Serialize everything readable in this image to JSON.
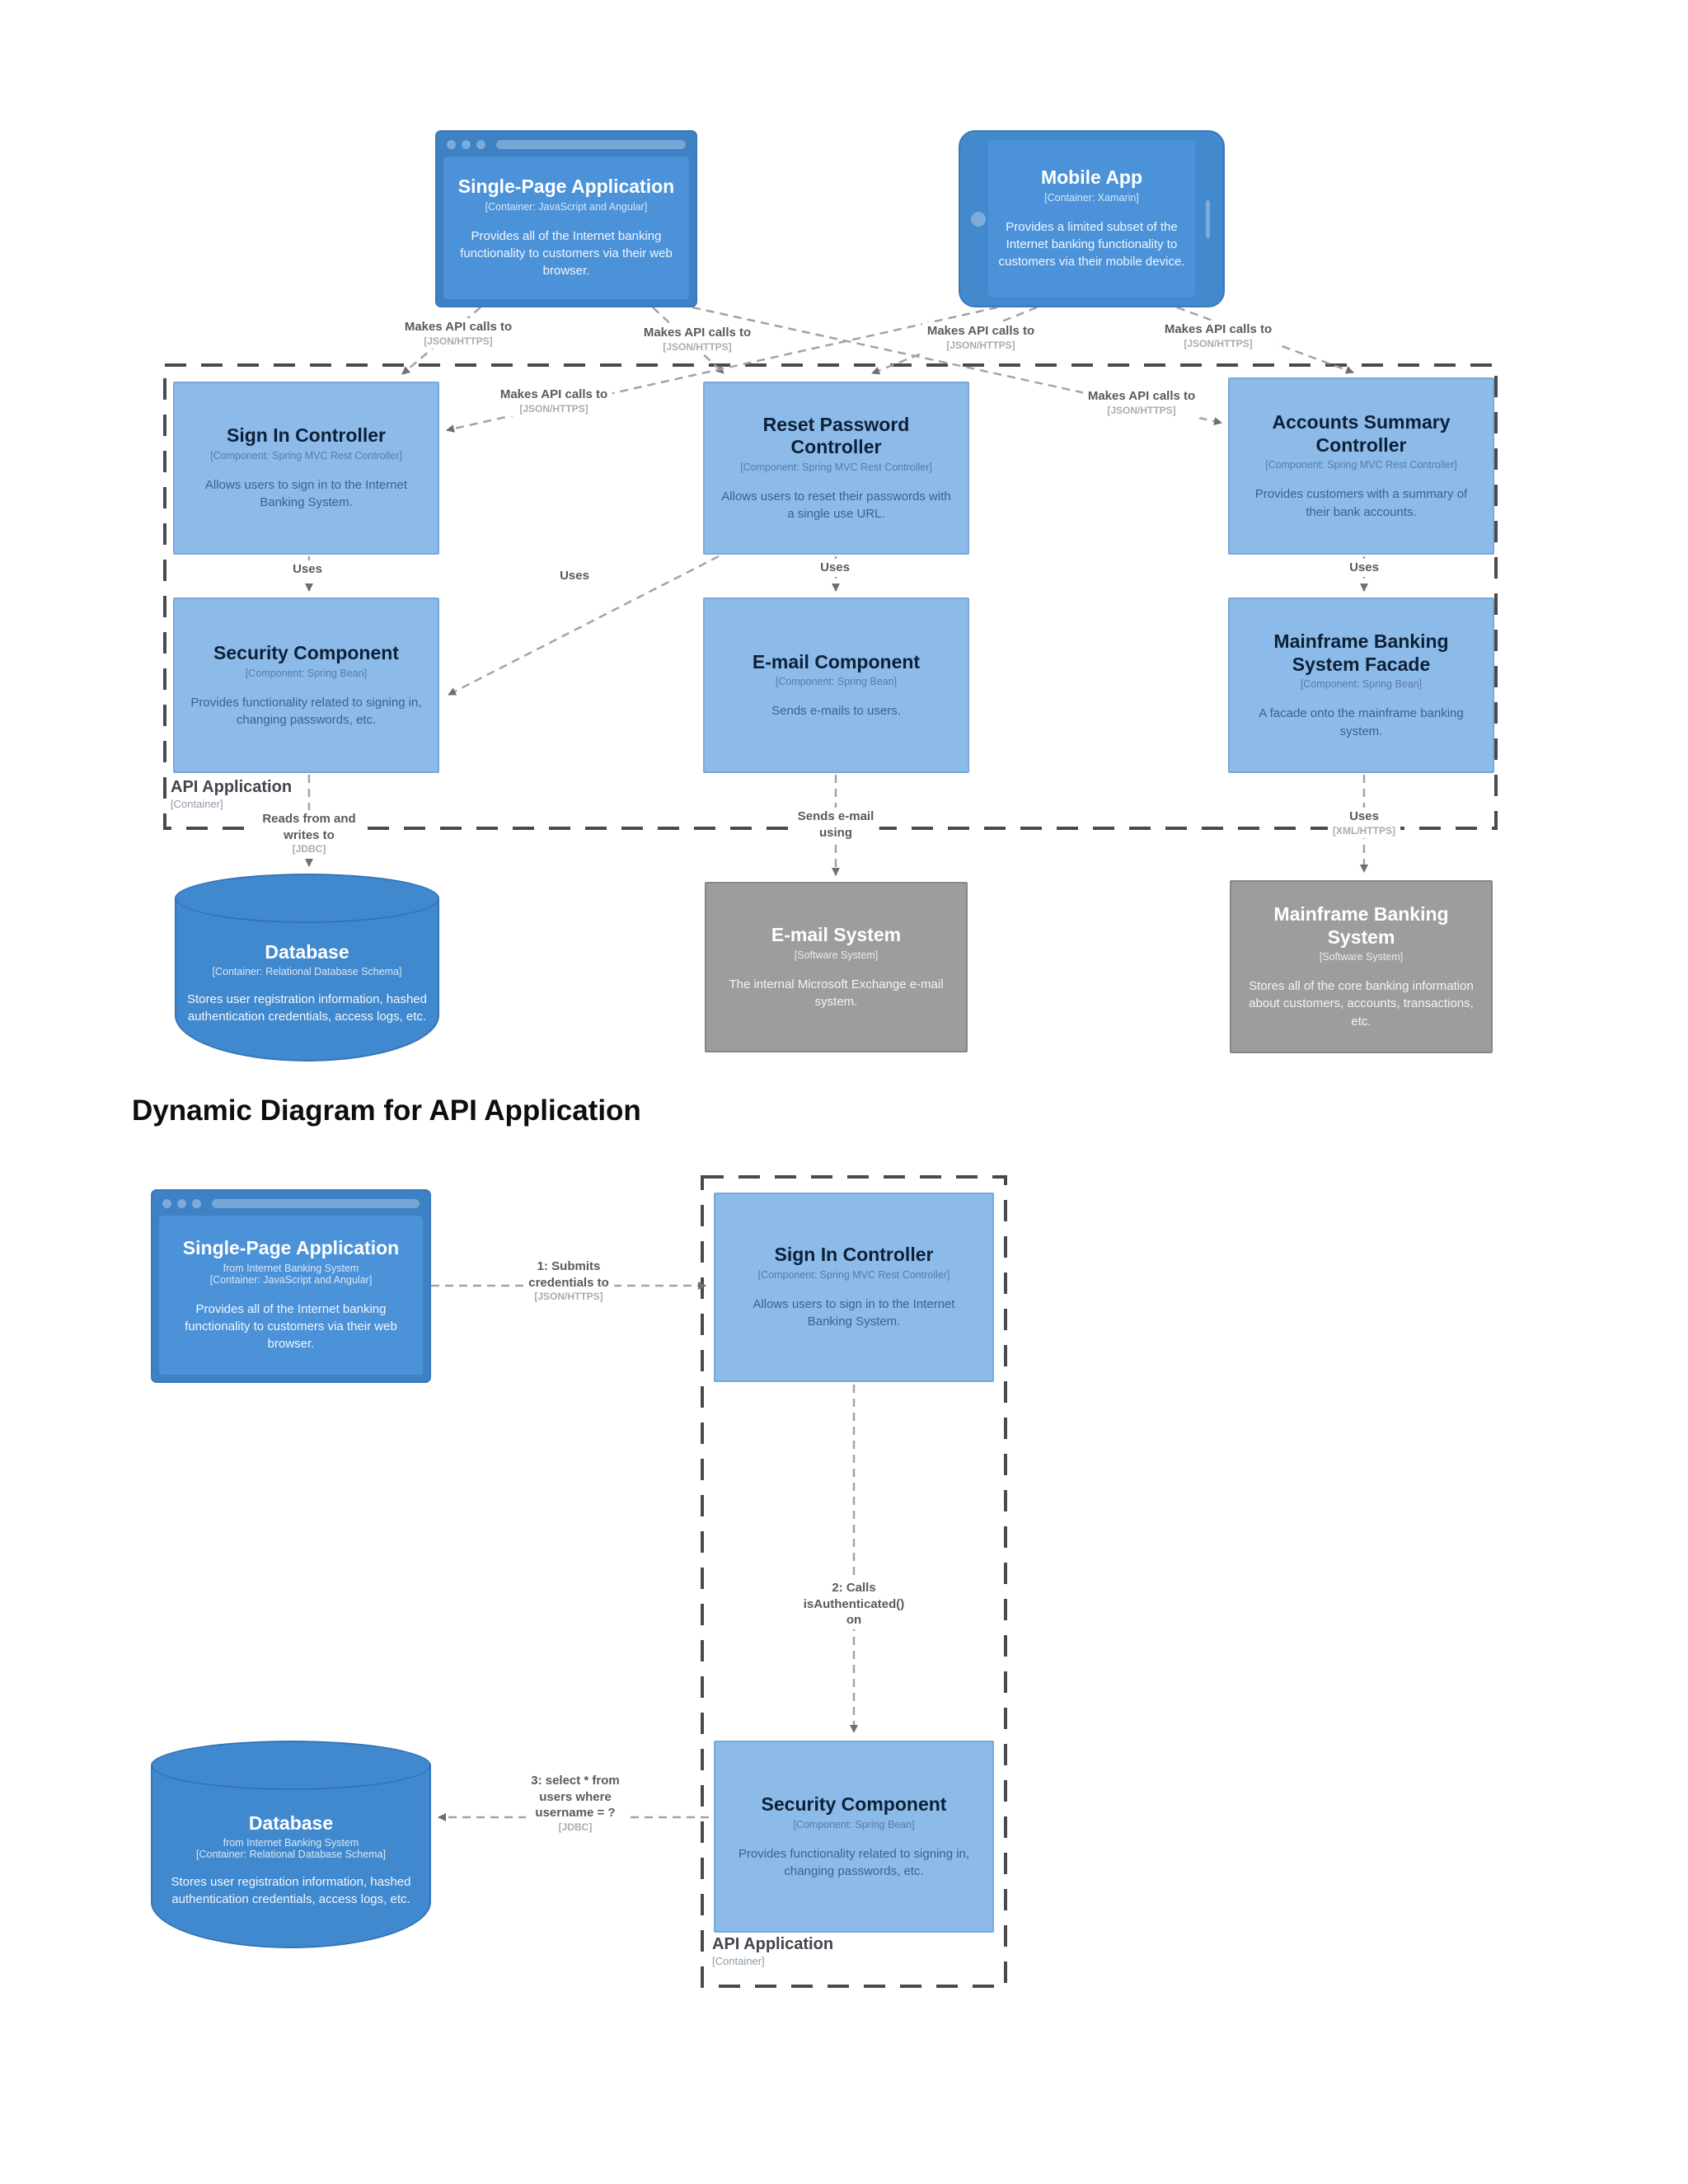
{
  "page": {
    "heading": "Dynamic Diagram for API Application"
  },
  "colors": {
    "container_blue": "#4a8fd4",
    "component_blue": "#8cbbea",
    "external_gray": "#9d9d9d",
    "boundary_gray": "#4a4a4a",
    "relationship_gray": "#a3a3a3"
  },
  "component_diagram": {
    "boundary": {
      "name": "API Application",
      "type": "[Container]"
    },
    "nodes": {
      "spa": {
        "title": "Single-Page Application",
        "meta": "[Container: JavaScript and Angular]",
        "desc": "Provides all of the Internet banking functionality to customers via their web browser."
      },
      "mobile": {
        "title": "Mobile App",
        "meta": "[Container: Xamarin]",
        "desc": "Provides a limited subset of the Internet banking functionality to customers via their mobile device."
      },
      "signin": {
        "title": "Sign In Controller",
        "meta": "[Component: Spring MVC Rest Controller]",
        "desc": "Allows users to sign in to the Internet Banking System."
      },
      "reset": {
        "title": "Reset Password Controller",
        "meta": "[Component: Spring MVC Rest Controller]",
        "desc": "Allows users to reset their passwords with a single use URL."
      },
      "accounts": {
        "title": "Accounts Summary Controller",
        "meta": "[Component: Spring MVC Rest Controller]",
        "desc": "Provides customers with a summary of their bank accounts."
      },
      "security": {
        "title": "Security Component",
        "meta": "[Component: Spring Bean]",
        "desc": "Provides functionality related to signing in, changing passwords, etc."
      },
      "email_component": {
        "title": "E-mail Component",
        "meta": "[Component: Spring Bean]",
        "desc": "Sends e-mails to users."
      },
      "facade": {
        "title": "Mainframe Banking System Facade",
        "meta": "[Component: Spring Bean]",
        "desc": "A facade onto the mainframe banking system."
      },
      "database": {
        "title": "Database",
        "meta": "[Container: Relational Database Schema]",
        "desc": "Stores user registration information, hashed authentication credentials, access logs, etc."
      },
      "email_system": {
        "title": "E-mail System",
        "meta": "[Software System]",
        "desc": "The internal Microsoft Exchange e-mail system."
      },
      "mainframe": {
        "title": "Mainframe Banking System",
        "meta": "[Software System]",
        "desc": "Stores all of the core banking information about customers, accounts, transactions, etc."
      }
    },
    "labels": {
      "makes_api": "Makes API calls to",
      "json_https": "[JSON/HTTPS]",
      "uses": "Uses",
      "reads_writes_1": "Reads from and",
      "reads_writes_2": "writes to",
      "jdbc": "[JDBC]",
      "sends_email_1": "Sends e-mail",
      "sends_email_2": "using",
      "xml_https": "[XML/HTTPS]"
    }
  },
  "dynamic_diagram": {
    "boundary": {
      "name": "API Application",
      "type": "[Container]"
    },
    "nodes": {
      "spa": {
        "title": "Single-Page Application",
        "from": "from Internet Banking System",
        "meta": "[Container: JavaScript and Angular]",
        "desc": "Provides all of the Internet banking functionality to customers via their web browser."
      },
      "signin": {
        "title": "Sign In Controller",
        "meta": "[Component: Spring MVC Rest Controller]",
        "desc": "Allows users to sign in to the Internet Banking System."
      },
      "security": {
        "title": "Security Component",
        "meta": "[Component: Spring Bean]",
        "desc": "Provides functionality related to signing in, changing passwords, etc."
      },
      "database": {
        "title": "Database",
        "from": "from Internet Banking System",
        "meta": "[Container: Relational Database Schema]",
        "desc": "Stores user registration information, hashed authentication credentials, access logs, etc."
      }
    },
    "steps": {
      "step1": {
        "l1": "1: Submits",
        "l2": "credentials to",
        "proto": "[JSON/HTTPS]"
      },
      "step2": {
        "l1": "2: Calls",
        "l2": "isAuthenticated()",
        "l3": "on"
      },
      "step3": {
        "l1": "3: select * from",
        "l2": "users where",
        "l3": "username = ?",
        "proto": "[JDBC]"
      }
    }
  }
}
